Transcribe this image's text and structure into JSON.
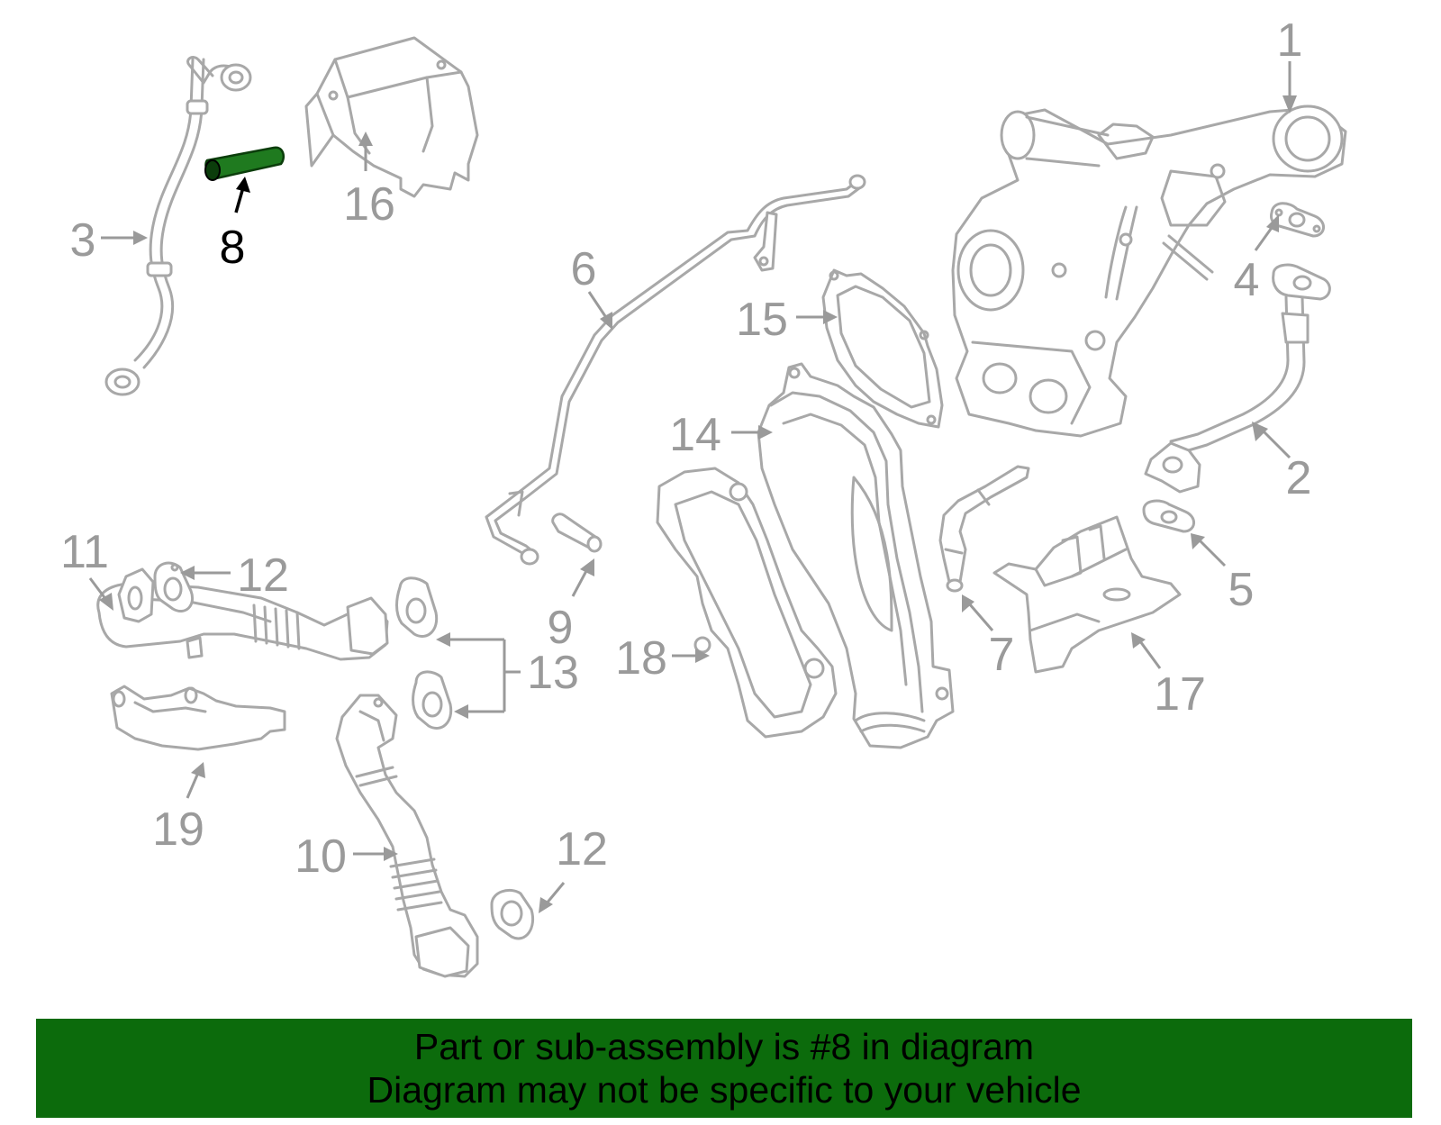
{
  "highlight_color": "#1f7a1f",
  "banner_color": "#0c6b0c",
  "callouts": [
    {
      "id": "1",
      "label": "1"
    },
    {
      "id": "2",
      "label": "2"
    },
    {
      "id": "3",
      "label": "3"
    },
    {
      "id": "4",
      "label": "4"
    },
    {
      "id": "5",
      "label": "5"
    },
    {
      "id": "6",
      "label": "6"
    },
    {
      "id": "7",
      "label": "7"
    },
    {
      "id": "8",
      "label": "8"
    },
    {
      "id": "9",
      "label": "9"
    },
    {
      "id": "10",
      "label": "10"
    },
    {
      "id": "11",
      "label": "11"
    },
    {
      "id": "12a",
      "label": "12"
    },
    {
      "id": "12b",
      "label": "12"
    },
    {
      "id": "13",
      "label": "13"
    },
    {
      "id": "14",
      "label": "14"
    },
    {
      "id": "15",
      "label": "15"
    },
    {
      "id": "16",
      "label": "16"
    },
    {
      "id": "17",
      "label": "17"
    },
    {
      "id": "18",
      "label": "18"
    },
    {
      "id": "19",
      "label": "19"
    }
  ],
  "banner": {
    "line1": "Part or sub-assembly is #8 in diagram",
    "line2": "Diagram may not be specific to your vehicle"
  }
}
